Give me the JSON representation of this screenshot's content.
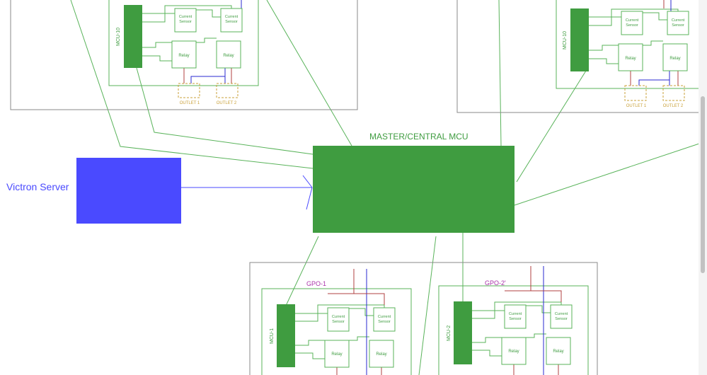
{
  "colors": {
    "green": "#3f9c40",
    "line_green": "#59b35a",
    "frame_gray": "#8a8a8a",
    "blue": "#4a4aff",
    "wire_blue": "#2a2ad0",
    "wire_red": "#b04040",
    "outlet": "#c9a038",
    "purple": "#aa33aa"
  },
  "master": {
    "label": "MASTER/CENTRAL MCU"
  },
  "server": {
    "label": "Victron Server"
  },
  "labels": {
    "mcu_top": "MCU-10",
    "mcu_bottom_left": "MCU-1",
    "mcu_bottom_right": "MCU-2",
    "gpo_left": "GPO-1",
    "gpo_right": "GPO-2'",
    "current_sensor_line1": "Current",
    "current_sensor_line2": "Sensor",
    "relay": "Relay",
    "outlet1": "OUTLET 1",
    "outlet2": "OUTLET 2"
  }
}
